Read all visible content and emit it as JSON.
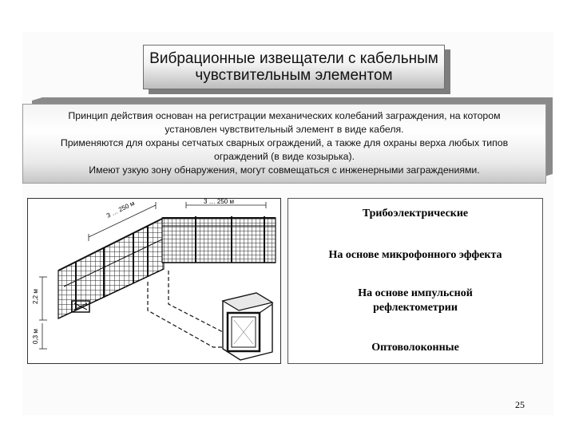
{
  "slide": {
    "title_line1": "Вибрационные извещатели с кабельным",
    "title_line2": "чувствительным элементом",
    "description": [
      "Принцип действия основан на регистрации механических колебаний заграждения, на котором",
      "установлен чувствительный элемент в виде кабеля.",
      "Применяются для охраны сетчатых сварных ограждений, а также для охраны верха любых типов",
      "ограждений (в виде козырька).",
      "Имеют узкую зону обнаружения, могут совмещаться с инженерными заграждениями."
    ],
    "diagram_labels": {
      "length_front": "3 … 250 м",
      "length_right": "3 … 250 м",
      "height_fence": "2,2 м",
      "height_bottom": "0,3 м"
    },
    "types": [
      "Трибоэлектрические",
      "На основе микрофонного эффекта",
      "На основе импульсной",
      "рефлектометрии",
      "Оптоволоконные"
    ],
    "page_number": "25"
  }
}
